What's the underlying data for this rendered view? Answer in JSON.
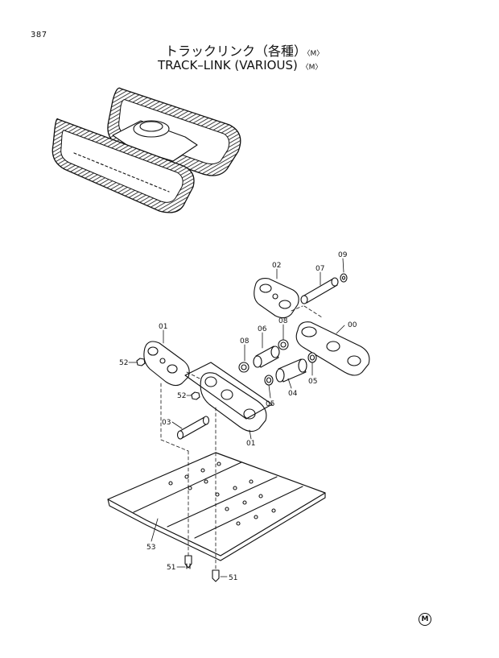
{
  "page_number": "387",
  "title_jp": "トラックリンク（各種）",
  "title_en": "TRACK–LINK (VARIOUS)",
  "title_mark": "〈M〉",
  "footer_mark": "M",
  "callouts": {
    "c00": "00",
    "c01a": "01",
    "c01b": "01",
    "c02": "02",
    "c03": "03",
    "c04": "04",
    "c05a": "05",
    "c05b": "05",
    "c06": "06",
    "c07": "07",
    "c08a": "08",
    "c08b": "08",
    "c09": "09",
    "c51a": "51",
    "c51b": "51",
    "c52a": "52",
    "c52b": "52",
    "c53": "53"
  }
}
